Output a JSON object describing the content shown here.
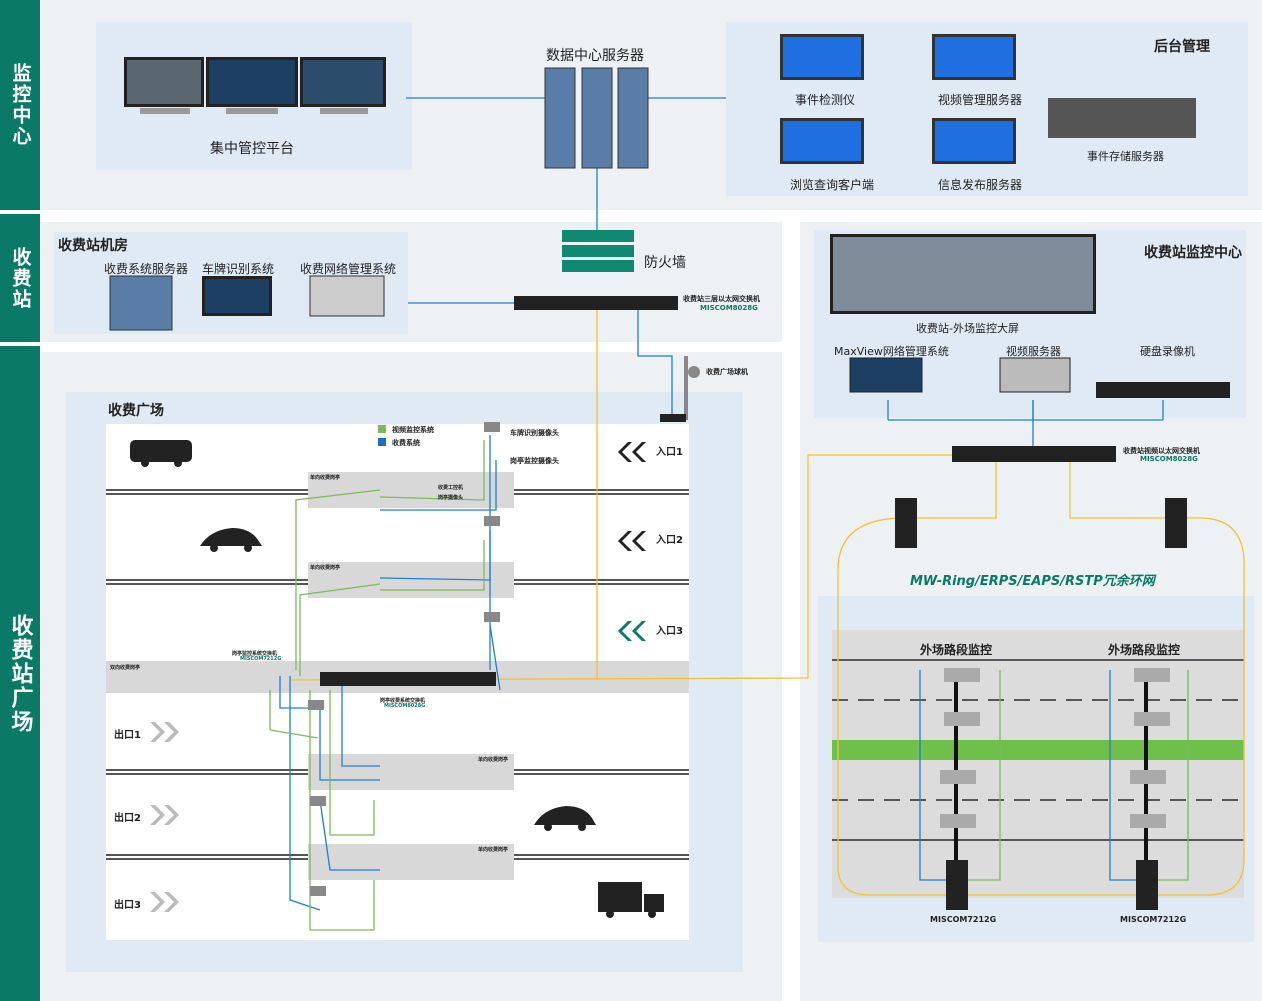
{
  "sidebar": {
    "monitor_center": "监控中心",
    "toll_station": "收费站",
    "toll_plaza": "收费站广场"
  },
  "top": {
    "central_platform": "集中管控平台",
    "data_center_server": "数据中心服务器",
    "backend_title": "后台管理",
    "event_detector": "事件检测仪",
    "video_mgmt_server": "视频管理服务器",
    "browse_client": "浏览查询客户端",
    "info_publish_server": "信息发布服务器",
    "event_storage_server": "事件存储服务器"
  },
  "station": {
    "room_title": "收费站机房",
    "toll_system_server": "收费系统服务器",
    "plate_recognition": "车牌识别系统",
    "toll_network_mgmt": "收费网络管理系统",
    "firewall": "防火墙",
    "l3_switch_label": "收费站三层以太网交换机",
    "l3_switch_model": "MISCOM8028G"
  },
  "plaza": {
    "title": "收费广场",
    "legend_video": "视频监控系统",
    "legend_toll": "收费系统",
    "legend_video_color": "#7cbb5a",
    "legend_toll_color": "#1f6fbf",
    "plate_camera": "车牌识别摄像头",
    "booth_camera": "岗亭监控摄像头",
    "plaza_dome": "收费广场球机",
    "entry1": "入口1",
    "entry2": "入口2",
    "entry3": "入口3",
    "exit1": "出口1",
    "exit2": "出口2",
    "exit3": "出口3",
    "booth_unidirectional": "单向收费岗亭",
    "booth_bidirectional": "双向收费岗亭",
    "toll_pc": "收费工控机",
    "booth_cam_small": "岗亭摄像头",
    "booth_switch_label": "岗亭监控系统交换机",
    "booth_switch_model": "MISCOM7212G",
    "plaza_switch_label": "岗亭收费系统交换机",
    "plaza_switch_model": "MISCOM8028G"
  },
  "monitor_center": {
    "title": "收费站监控中心",
    "big_screen": "收费站-外场监控大屏",
    "maxview": "MaxView网络管理系统",
    "video_server": "视频服务器",
    "nvr": "硬盘录像机",
    "video_switch_label": "收费站视频以太网交换机",
    "video_switch_model": "MISCOM8028G",
    "ring": "MW-Ring/ERPS/EAPS/RSTP冗余环网",
    "road1": "外场路段监控",
    "road2": "外场路段监控",
    "sw1": "MISCOM7212G",
    "sw2": "MISCOM7212G"
  },
  "colors": {
    "sidebar": "#0a7a66",
    "panel": "#e6eef5",
    "panel_light": "#eef2f6",
    "blue_line": "#1f7fd0",
    "yellow_line": "#f0c330",
    "green_line": "#7cbb5a",
    "firewall": "#0f8a70",
    "model_text": "#0a7a66"
  }
}
